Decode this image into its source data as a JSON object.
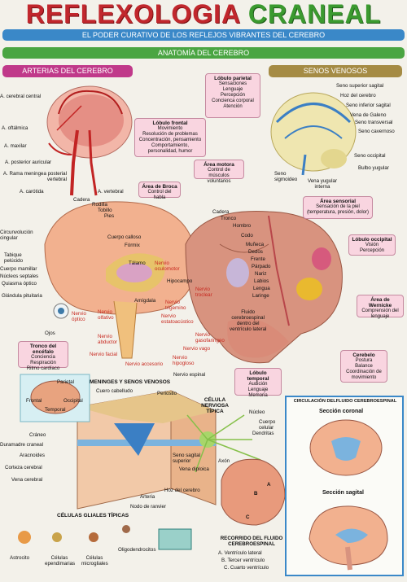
{
  "title": {
    "part1": "REFLEXOLOGIA",
    "part2": "CRANEAL"
  },
  "banner": "EL PODER CURATIVO DE LOS REFLEJOS VIBRANTES DEL CEREBRO",
  "section_anatomy": "ANATOMÍA DEL CEREBRO",
  "section_arteries": "ARTERIAS DEL CEREBRO",
  "section_sinuses": "SENOS VENOSOS",
  "arteries": [
    "A. cerebral central",
    "A. oftálmica",
    "A. maxilar",
    "A. posterior auricular",
    "A. Rama meningea posterial vertebral",
    "A. carótida",
    "A. vertebral"
  ],
  "sinuses": [
    "Seno superior sagital",
    "Hoz del cerebro",
    "Seno inferior sagital",
    "Vena de Galeno",
    "Seno transversal",
    "Seno cavernoso",
    "Seno occipital",
    "Bulbo yugular",
    "Seno sigmoideo",
    "Vena yugular interna"
  ],
  "lobes": {
    "parietal": {
      "title": "Lóbulo parietal",
      "lines": [
        "Sensaciones",
        "Lenguaje",
        "Percepción",
        "Concienca corporal",
        "Atención"
      ]
    },
    "frontal": {
      "title": "Lóbulo frontal",
      "lines": [
        "Movimiento",
        "Resolución de problemas",
        "Concentración, pensamiento",
        "Comportamiento,",
        "personalidad, humor"
      ]
    },
    "broca": {
      "title": "Área de Broca",
      "lines": [
        "Control del habla"
      ]
    },
    "motora": {
      "title": "Área motora",
      "lines": [
        "Control de músculos",
        "voluntarios"
      ]
    },
    "sensorial": {
      "title": "Área sensorial",
      "lines": [
        "Sensación de la piel",
        "(temperatura, presión, dolor)"
      ]
    },
    "occipital": {
      "title": "Lóbulo occipital",
      "lines": [
        "Visión",
        "Percepción"
      ]
    },
    "wernicke": {
      "title": "Área de Wernicke",
      "lines": [
        "Comprensión del",
        "lenguaje"
      ]
    },
    "cerebelo": {
      "title": "Cerebelo",
      "lines": [
        "Postura",
        "Balance",
        "Coordinación de",
        "movimiento"
      ]
    },
    "temporal": {
      "title": "Lóbulo temporal",
      "lines": [
        "Audición",
        "Lenguaje",
        "Memoria"
      ]
    },
    "tronco": {
      "title": "Tronco del encéfalo",
      "lines": [
        "Conciencia",
        "Respiración",
        "Ritmo cardíaco"
      ]
    }
  },
  "brain_left": [
    "Cadera",
    "Rodilla",
    "Tobillo",
    "Pies",
    "Circunvolución cingular",
    "Cuerpo calloso",
    "Fórmix",
    "Tabique pelúcido",
    "Cuerpo mamillar",
    "Núcleos septales",
    "Quiasma óptico",
    "Glándula pituitaria",
    "Tálamo",
    "Hipocampo",
    "Amígdala",
    "Ojos",
    "Nervio espinal"
  ],
  "homunculus": [
    "Cadera",
    "Tronco",
    "Hombro",
    "Codo",
    "Muñeca",
    "Dedos",
    "Frente",
    "Párpado",
    "Nariz",
    "Labios",
    "Lengua",
    "Laringe"
  ],
  "fluid_note": [
    "Fluido",
    "cerebroespinal",
    "dentro del",
    "ventrículo lateral"
  ],
  "nerves": [
    "Nervio oculomotor",
    "Nervio troclear",
    "Nervio trigemino",
    "Nervio estatoacústico",
    "Nervio gasofaringeo",
    "Nervio vago",
    "Nervio hipogloso",
    "Nervio accesorio",
    "Nervio facial",
    "Nervio abductor",
    "Nervio olfativo",
    "Nervio óptico"
  ],
  "mini_brain": [
    "Parietal",
    "Frontal",
    "Occipital",
    "Temporal"
  ],
  "meninges_title": "MENINGES Y SENOS VENOSOS",
  "meninges": [
    "Cuero cabelludo",
    "Periostio",
    "Cráneo",
    "Duramadre craneal",
    "Aracnoides",
    "Corteza cerebral",
    "Vena cerebral",
    "Arteria",
    "Nodo de ranvier",
    "Hoz del cerebro",
    "Seno sagital superior",
    "Vena diploica"
  ],
  "neuron_title": "CÉLULA NERVIOSA TÍPICA",
  "neuron": [
    "Núcleo",
    "Cuerpo celular",
    "Dendritas",
    "Axón"
  ],
  "glial_title": "CÉLULAS GLIALES TÍPICAS",
  "glial": [
    "Astrocito",
    "Células ependimarias",
    "Células microgliales",
    "Oligodendrocitos"
  ],
  "csf": {
    "title": "CIRCULACIÓN DELFLUIDO CEREBROESPINAL",
    "coronal": "Sección coronal",
    "sagital": "Sección sagital"
  },
  "recorrido": {
    "title": "RECORRIDO DEL FLUIDO CEREBROESPINAL",
    "lines": [
      "A. Ventrículo lateral",
      "B. Tercer ventrículo",
      "C. Cuarto ventrículo"
    ],
    "markers": [
      "A",
      "B",
      "C"
    ]
  },
  "colors": {
    "red": "#c1272d",
    "green": "#3b9a2f",
    "blue": "#3a88c8",
    "pink": "#c0398a",
    "gold": "#a58b44",
    "box": "#f9d5e0"
  }
}
